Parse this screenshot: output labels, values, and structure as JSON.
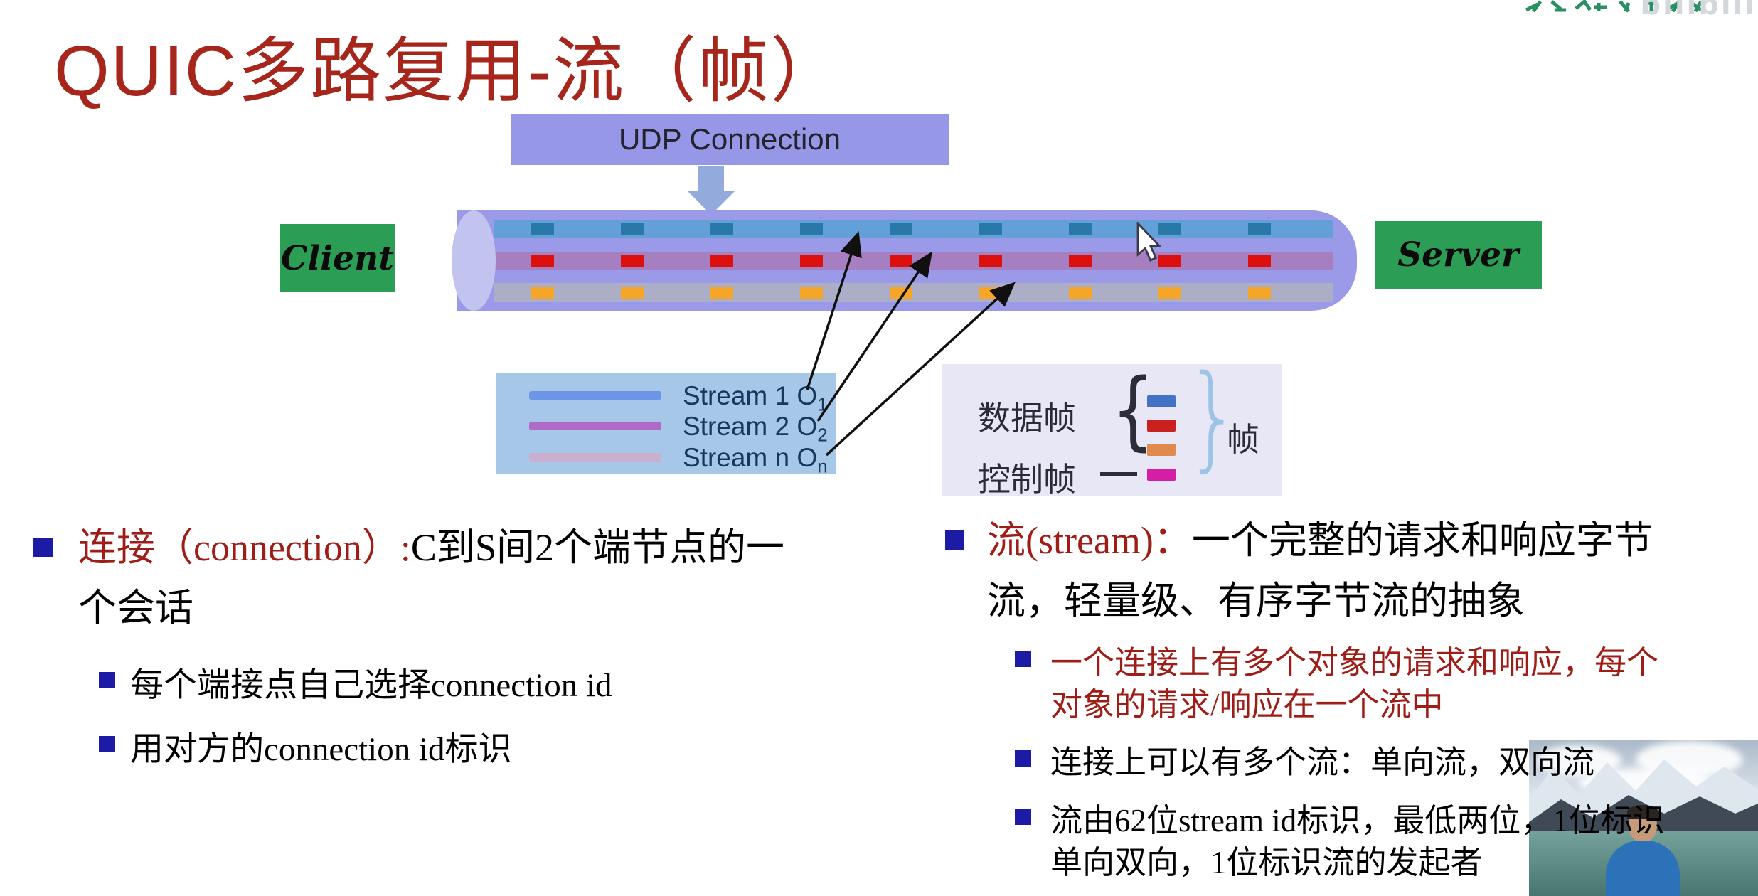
{
  "slide": {
    "title": "QUIC多路复用-流（帧）"
  },
  "watermark": {
    "logo_text": "bilibili"
  },
  "diagram": {
    "udp_label": "UDP Connection",
    "client_label": "Client",
    "server_label": "Server",
    "pipe": {
      "body_color": "#9A9AE8",
      "streams": [
        {
          "name": "stream-1",
          "band_color": "#64A0D8",
          "frame_color": "#2878A8"
        },
        {
          "name": "stream-2",
          "band_color": "#A57FC0",
          "frame_color": "#DD1010"
        },
        {
          "name": "stream-n",
          "band_color": "#ABAEC6",
          "frame_color": "#F5A528"
        }
      ]
    },
    "stream_legend": {
      "rows": [
        {
          "label": "Stream 1 O",
          "sub": "1",
          "color": "#6B96E8"
        },
        {
          "label": "Stream 2 O",
          "sub": "2",
          "color": "#AF6BC6"
        },
        {
          "label": "Stream n O",
          "sub": "n",
          "color": "#C9AECE"
        }
      ]
    },
    "frame_legend": {
      "data_label": "数据帧",
      "control_label": "控制帧",
      "frame_label": "帧",
      "brace_open": "{",
      "brace_close": "}",
      "data_colors": [
        "#4472C4",
        "#C9211E",
        "#E2894E"
      ],
      "control_color": "#D41FA5"
    }
  },
  "bullets_left": {
    "item1": {
      "lead": "连接（connection）:",
      "rest": "C到S间2个端节点的一个会话"
    },
    "sub_items": [
      {
        "text": "每个端接点自己选择connection id"
      },
      {
        "text": "用对方的connection id标识"
      }
    ]
  },
  "bullets_right": {
    "item1": {
      "lead": "流(stream)：",
      "rest": "一个完整的请求和响应字节流，轻量级、有序字节流的抽象"
    },
    "sub_items": [
      {
        "text": "一个连接上有多个对象的请求和响应，每个对象的请求/响应在一个流中",
        "color": "#9E1D17"
      },
      {
        "text": "连接上可以有多个流：单向流，双向流",
        "color": "#000000"
      },
      {
        "text": "流由62位stream id标识，最低两位，1位标识单向双向，1位标识流的发起者",
        "color": "#000000"
      }
    ]
  }
}
